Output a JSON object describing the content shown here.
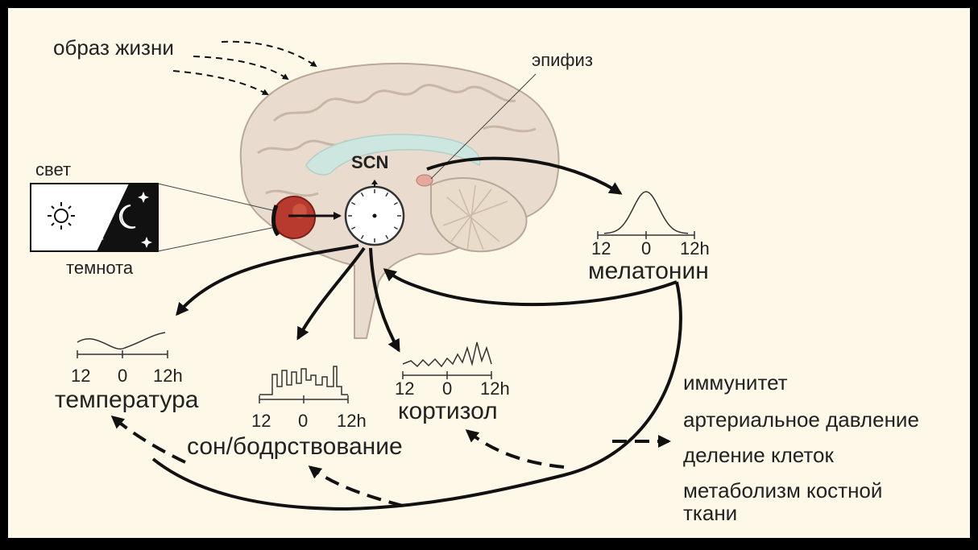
{
  "colors": {
    "background": "#fdf8e8",
    "frame": "#000000",
    "arrow": "#111111",
    "brain": "#e9dccf",
    "callosum": "#cde6df",
    "eye": "#b83a2e"
  },
  "lifestyle": "образ жизни",
  "pineal": "эпифиз",
  "scn": "SCN",
  "light": "свет",
  "dark": "темнота",
  "melatonin": {
    "label": "мелатонин",
    "ticks": [
      "12",
      "0",
      "12h"
    ]
  },
  "temperature": {
    "label": "температура",
    "ticks": [
      "12",
      "0",
      "12h"
    ]
  },
  "sleep": {
    "label": "сон/бодрствование",
    "ticks": [
      "12",
      "0",
      "12h"
    ]
  },
  "cortisol": {
    "label": "кортизол",
    "ticks": [
      "12",
      "0",
      "12h"
    ]
  },
  "effects": [
    "иммунитет",
    "артериальное давление",
    "деление клеток",
    "метаболизм костной",
    "ткани"
  ],
  "icons": [
    "sun-icon",
    "moon-icon",
    "star-icon",
    "eye-icon",
    "clock-icon"
  ]
}
